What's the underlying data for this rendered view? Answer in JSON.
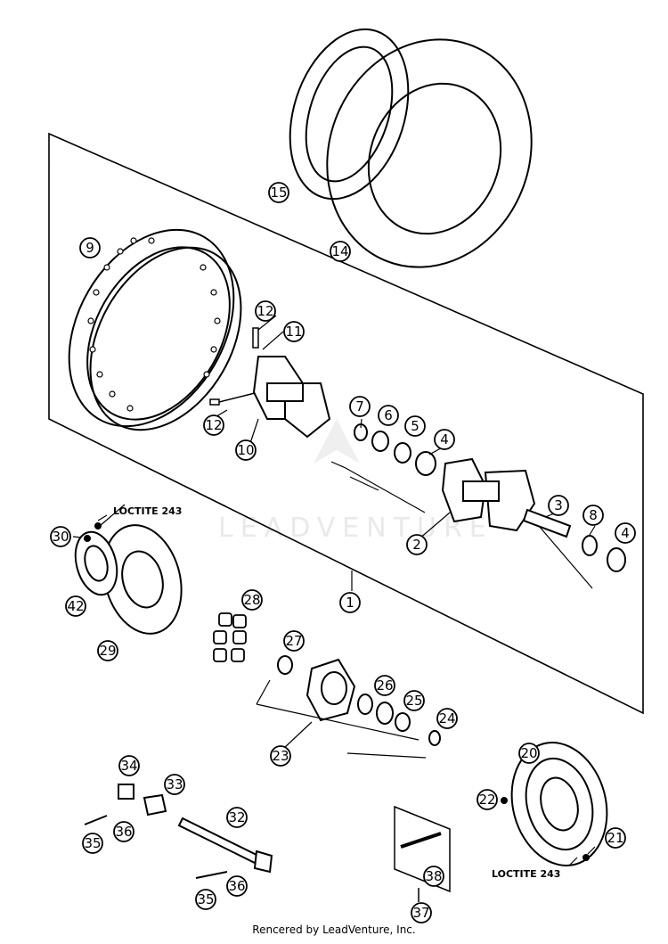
{
  "diagram": {
    "watermark_text": "LEADVENTURE",
    "notes": [
      "LOCTITE 243",
      "LOCTITE 243"
    ],
    "callouts": [
      "15",
      "14",
      "9",
      "12",
      "11",
      "12",
      "10",
      "7",
      "6",
      "5",
      "4",
      "2",
      "3",
      "8",
      "4",
      "1",
      "30",
      "42",
      "29",
      "28",
      "27",
      "26",
      "25",
      "24",
      "23",
      "20",
      "22",
      "21",
      "34",
      "33",
      "32",
      "35",
      "36",
      "35",
      "36",
      "38",
      "37"
    ]
  },
  "footer": {
    "credit": "Rencered by LeadVenture, Inc."
  }
}
